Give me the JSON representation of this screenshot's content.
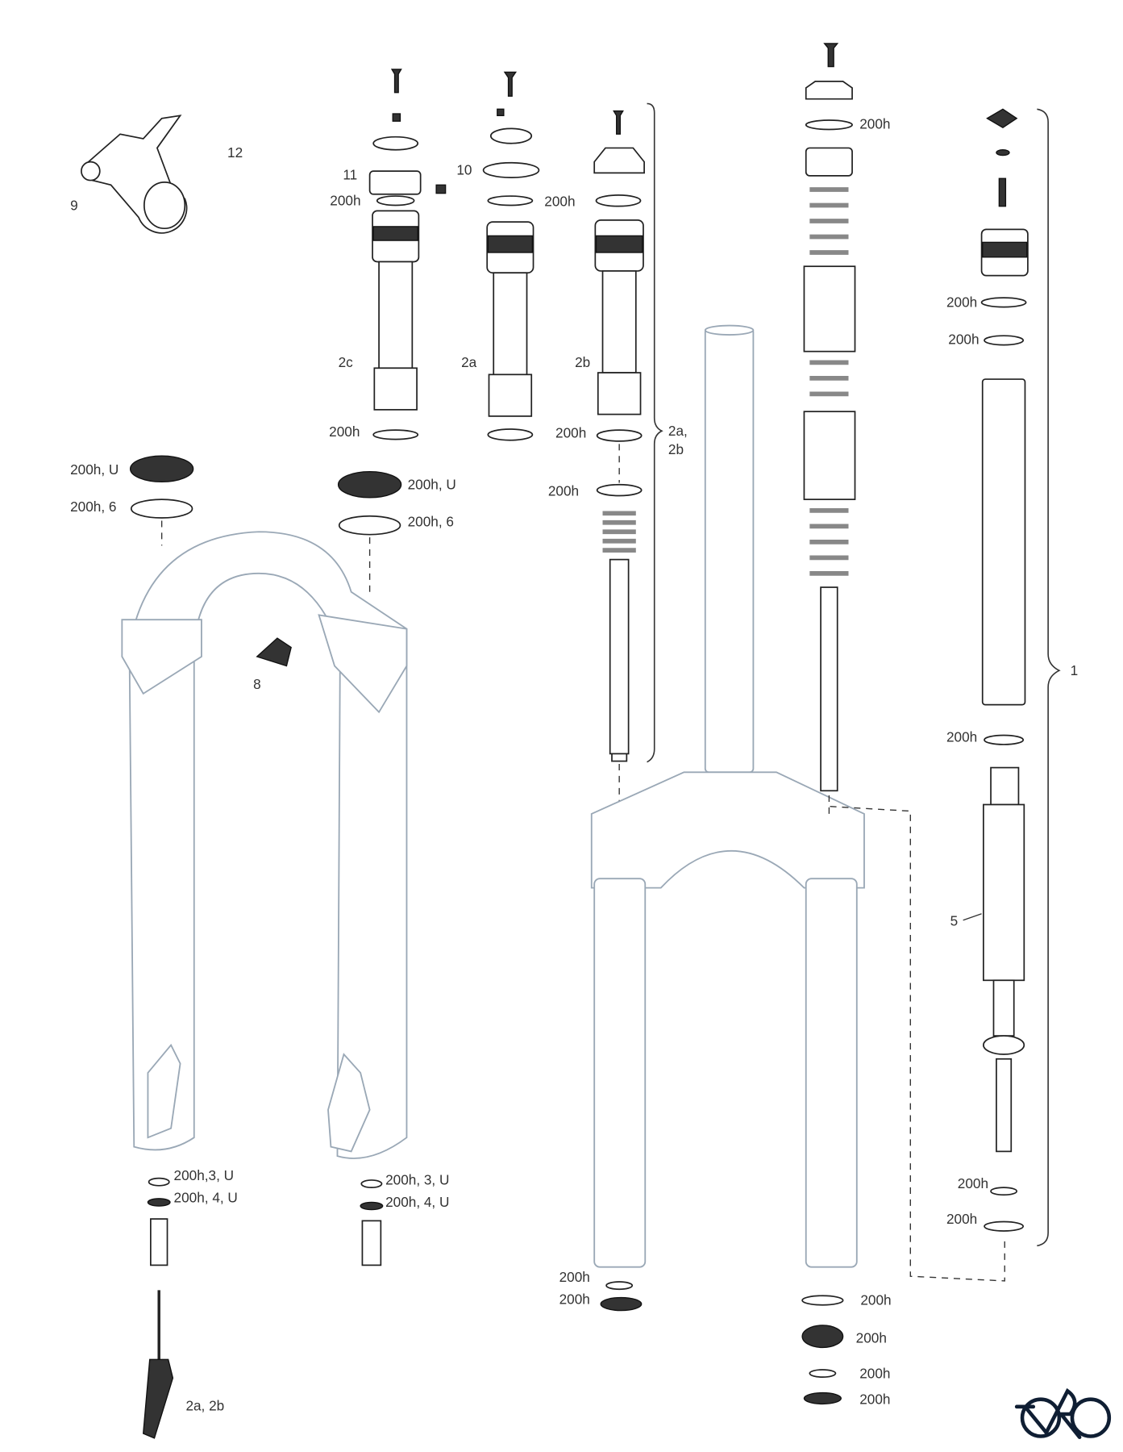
{
  "labels": {
    "p12": "12",
    "p9": "9",
    "p11": "11",
    "p11_oring": "200h",
    "p2c": "2c",
    "p2c_oring": "200h",
    "p10": "10",
    "p2a_oring_top": "200h",
    "p2a": "2a",
    "p2b": "2b",
    "p2b_oring": "200h",
    "brace_2a": "2a,",
    "brace_2b": "2b",
    "p2b_spring_oring": "200h",
    "top_cap_oring": "200h",
    "air_oring1": "200h",
    "air_oring2": "200h",
    "p1": "1",
    "air_oring3": "200h",
    "p5": "5",
    "damper_oring1": "200h",
    "damper_oring2": "200h",
    "seal_left_u": "200h, U",
    "seal_left_6": "200h, 6",
    "seal_right_u": "200h, U",
    "seal_right_6": "200h, 6",
    "p8": "8",
    "left_3u": "200h,3, U",
    "left_4u": "200h, 4, U",
    "right_3u": "200h, 3, U",
    "right_4u": "200h, 4, U",
    "tool_2a2b": "2a, 2b",
    "bottom_left_1": "200h",
    "bottom_left_2": "200h",
    "bottom_right_1": "200h",
    "bottom_right_2": "200h",
    "bottom_right_3": "200h",
    "bottom_right_4": "200h"
  },
  "logo": {
    "name": "bicycle-logo",
    "color": "#0f1e33"
  },
  "colors": {
    "fork_outline": "#9aa8b6",
    "part_outline": "#222222"
  }
}
